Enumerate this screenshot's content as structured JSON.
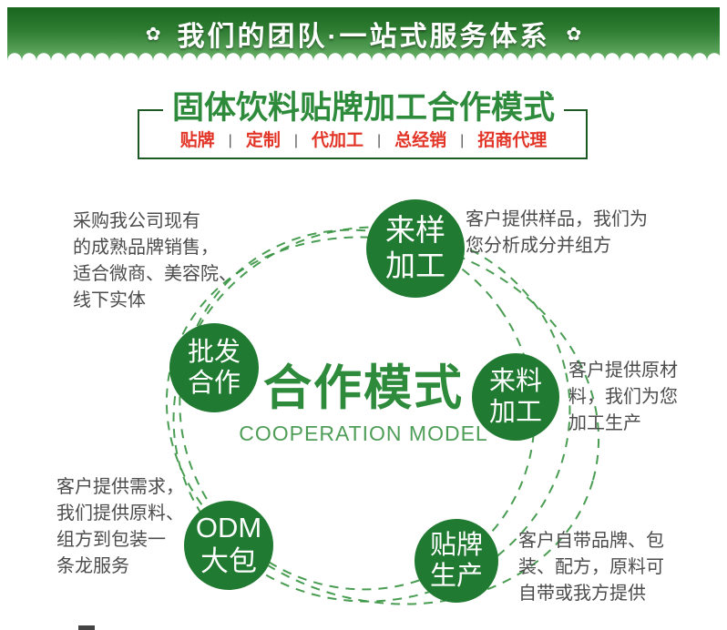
{
  "banner": {
    "title": "我们的团队·一站式服务体系",
    "flower": "✿"
  },
  "header": {
    "title": "固体饮料贴牌加工合作模式",
    "separator": "|",
    "tags": [
      "贴牌",
      "定制",
      "代加工",
      "总经销",
      "招商代理"
    ]
  },
  "center": {
    "title": "合作模式",
    "subtitle": "COOPERATION MODEL"
  },
  "nodes": {
    "sample": {
      "label": "来样\n加工",
      "note": "客户提供样品，我们为\n您分析成分并组方"
    },
    "wholesale": {
      "label": "批发\n合作",
      "note": "采购我公司现有\n的成熟品牌销售，\n适合微商、美容院、\n线下实体"
    },
    "material": {
      "label": "来料\n加工",
      "note": "客户提供原材\n料，我们为您\n加工生产"
    },
    "odm": {
      "label": "ODM\n大包",
      "note": "客户提供需求，\n我们提供原料、\n组方到包装一\n条龙服务"
    },
    "oem": {
      "label": "贴牌\n生产",
      "note": "客户自带品牌、包\n装、配方，原料可\n自带或我方提供"
    }
  },
  "colors": {
    "banner_top": "#1a671f",
    "banner_bottom": "#6ab269",
    "circle_green": "#217a31",
    "title_green": "#2e8b3c",
    "tag_red": "#e23527",
    "ring_green": "#35923f",
    "text_gray": "#4c4c4c",
    "center_sub_green": "#4f9e58",
    "box_border_green": "#1d5a23"
  }
}
